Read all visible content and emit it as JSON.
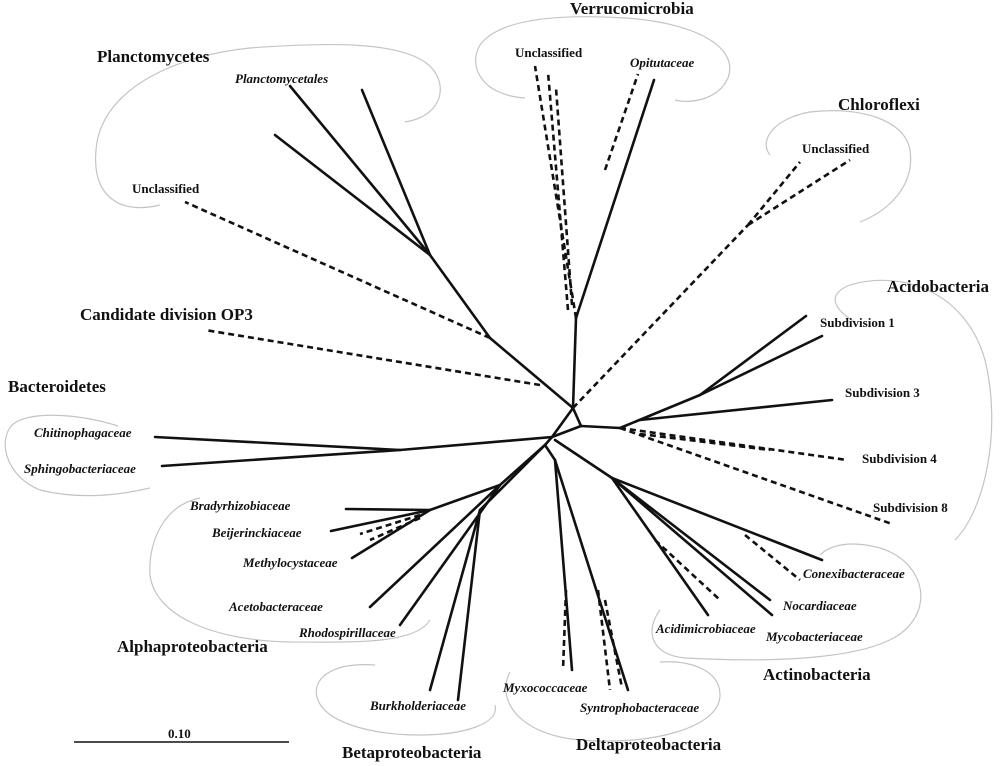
{
  "phyla": {
    "verrucomicrobia": "Verrucomicrobia",
    "planctomycetes": "Planctomycetes",
    "chloroflexi": "Chloroflexi",
    "acidobacteria": "Acidobacteria",
    "op3": "Candidate division OP3",
    "bacteroidetes": "Bacteroidetes",
    "alphaproteobacteria": "Alphaproteobacteria",
    "betaproteobacteria": "Betaproteobacteria",
    "deltaproteobacteria": "Deltaproteobacteria",
    "actinobacteria": "Actinobacteria"
  },
  "taxa": {
    "verruco_unclassified": "Unclassified",
    "opitutaceae": "Opitutaceae",
    "planctomycetales": "Planctomycetales",
    "plancto_unclassified": "Unclassified",
    "chloroflexi_unclassified": "Unclassified",
    "subdivision_1": "Subdivision 1",
    "subdivision_3": "Subdivision 3",
    "subdivision_4": "Subdivision 4",
    "subdivision_8": "Subdivision 8",
    "chitinophagaceae": "Chitinophagaceae",
    "sphingobacteriaceae": "Sphingobacteriaceae",
    "bradyrhizobiaceae": "Bradyrhizobiaceae",
    "beijerinckiaceae": "Beijerinckiaceae",
    "methylocystaceae": "Methylocystaceae",
    "acetobacteraceae": "Acetobacteraceae",
    "rhodospirillaceae": "Rhodospirillaceae",
    "burkholderiaceae": "Burkholderiaceae",
    "myxococcaceae": "Myxococcaceae",
    "syntrophobacteraceae": "Syntrophobacteraceae",
    "acidimicrobiaceae": "Acidimicrobiaceae",
    "mycobacteriaceae": "Mycobacteriaceae",
    "nocardiaceae": "Nocardiaceae",
    "conexibacteraceae": "Conexibacteraceae"
  },
  "scale_bar": {
    "label": "0.10"
  }
}
